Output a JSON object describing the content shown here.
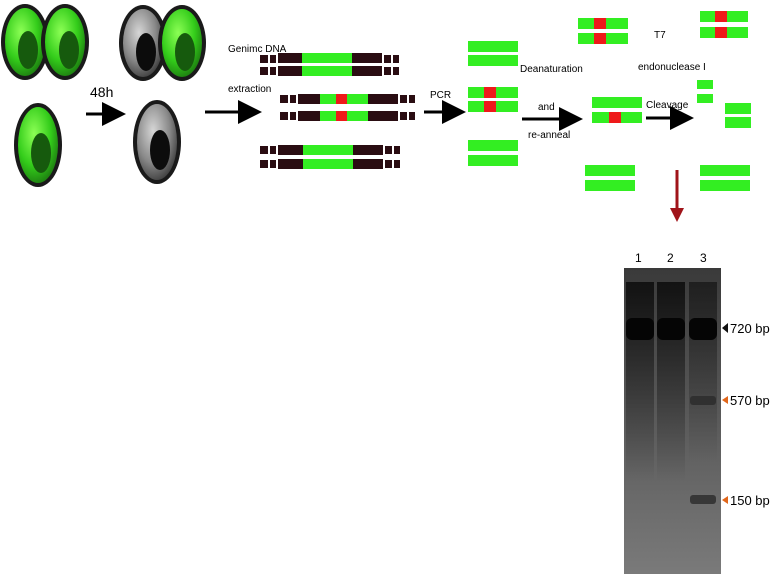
{
  "labels": {
    "time": "48h",
    "genomic_1": "Genimc DNA",
    "genomic_2": "extraction",
    "pcr": "PCR",
    "deanaturation": "Deanaturation",
    "and": "and",
    "reanneal": "re-anneal",
    "t7": "T7",
    "endonuclease": "endonuclease I",
    "cleavage": "Cleavage"
  },
  "gel": {
    "lanes": [
      "1",
      "2",
      "3"
    ],
    "markers": [
      "720 bp",
      "570 bp",
      "150 bp"
    ]
  },
  "colors": {
    "dna_green": "#33ee22",
    "dna_dark": "#2a0d12",
    "mutation_red": "#ee1a1a",
    "cell_green": "#44dd22",
    "cell_gray": "#8a8a8a",
    "arrow_red": "#a0141a",
    "marker_orange": "#e0661a"
  }
}
